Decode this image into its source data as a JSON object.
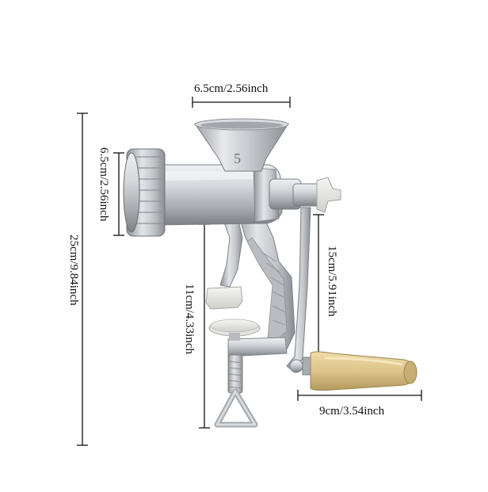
{
  "labels": {
    "hopper_width": "6.5cm/2.56inch",
    "body_height": "6.5cm/2.56inch",
    "total_height": "25cm/9.84inch",
    "clamp_height": "11cm/4.33inch",
    "crank_length": "15cm/5.91inch",
    "handle_length": "9cm/3.54inch"
  },
  "product_number": "5",
  "colors": {
    "metal": "#c9ccd0",
    "handle": "#dcc48a",
    "line": "#111111"
  }
}
